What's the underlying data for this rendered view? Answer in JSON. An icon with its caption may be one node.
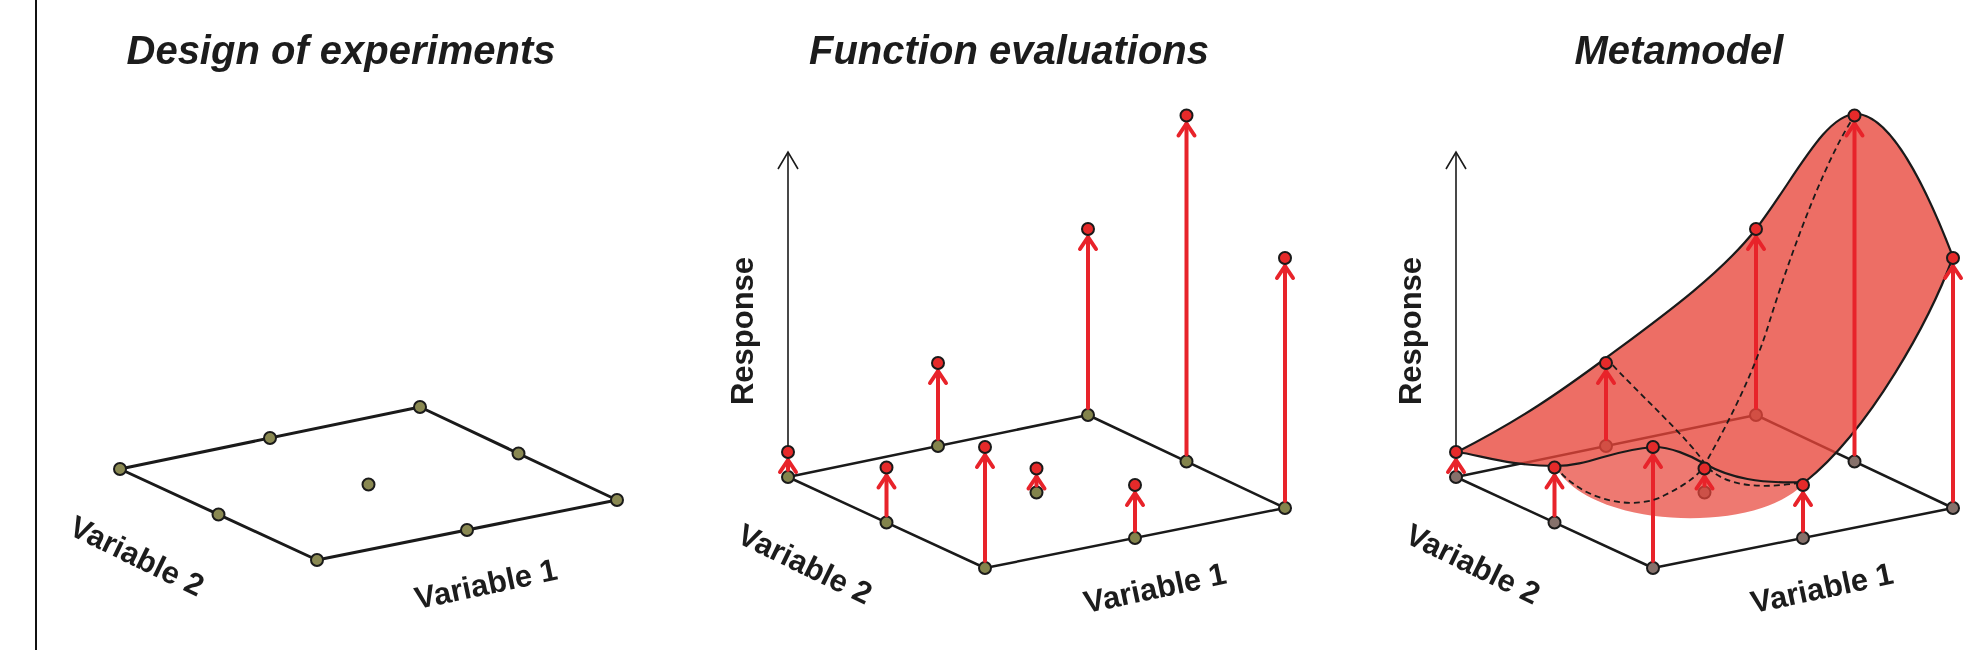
{
  "diagram": {
    "labels": [
      "Design of experiments",
      "Variable 2",
      "Variable 1",
      "Function evaluations",
      "Response",
      "Variable 2",
      "Variable 1",
      "Metamodel",
      "Response",
      "Variable 2",
      "Variable 1"
    ]
  }
}
